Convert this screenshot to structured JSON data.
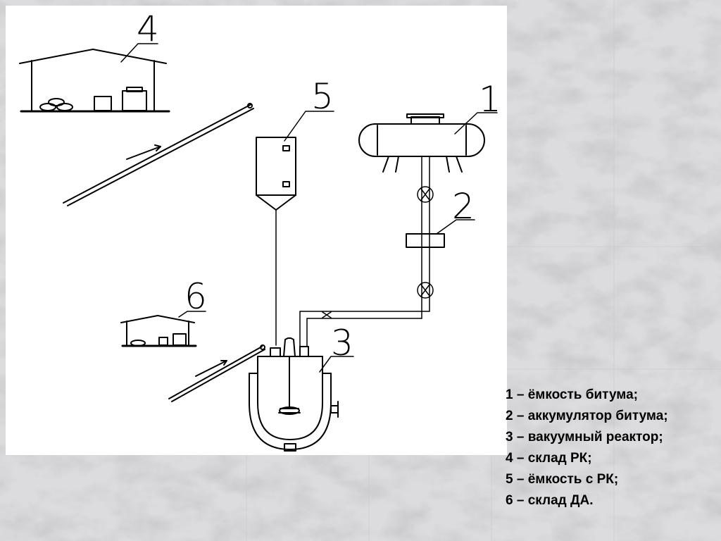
{
  "diagram": {
    "callouts": [
      {
        "number": "1"
      },
      {
        "number": "2"
      },
      {
        "number": "3"
      },
      {
        "number": "4"
      },
      {
        "number": "5"
      },
      {
        "number": "6"
      }
    ]
  },
  "legend": {
    "items": [
      "1 – ёмкость битума;",
      "2 – аккумулятор битума;",
      "3 – вакуумный реактор;",
      "4 – склад РК;",
      "5 – ёмкость с РК;",
      "6 – склад ДА."
    ]
  },
  "colors": {
    "background": "#ffffff",
    "line": "#000000",
    "marble_base": "#d4d4d6",
    "marble_veins": "#9a9a9e"
  }
}
